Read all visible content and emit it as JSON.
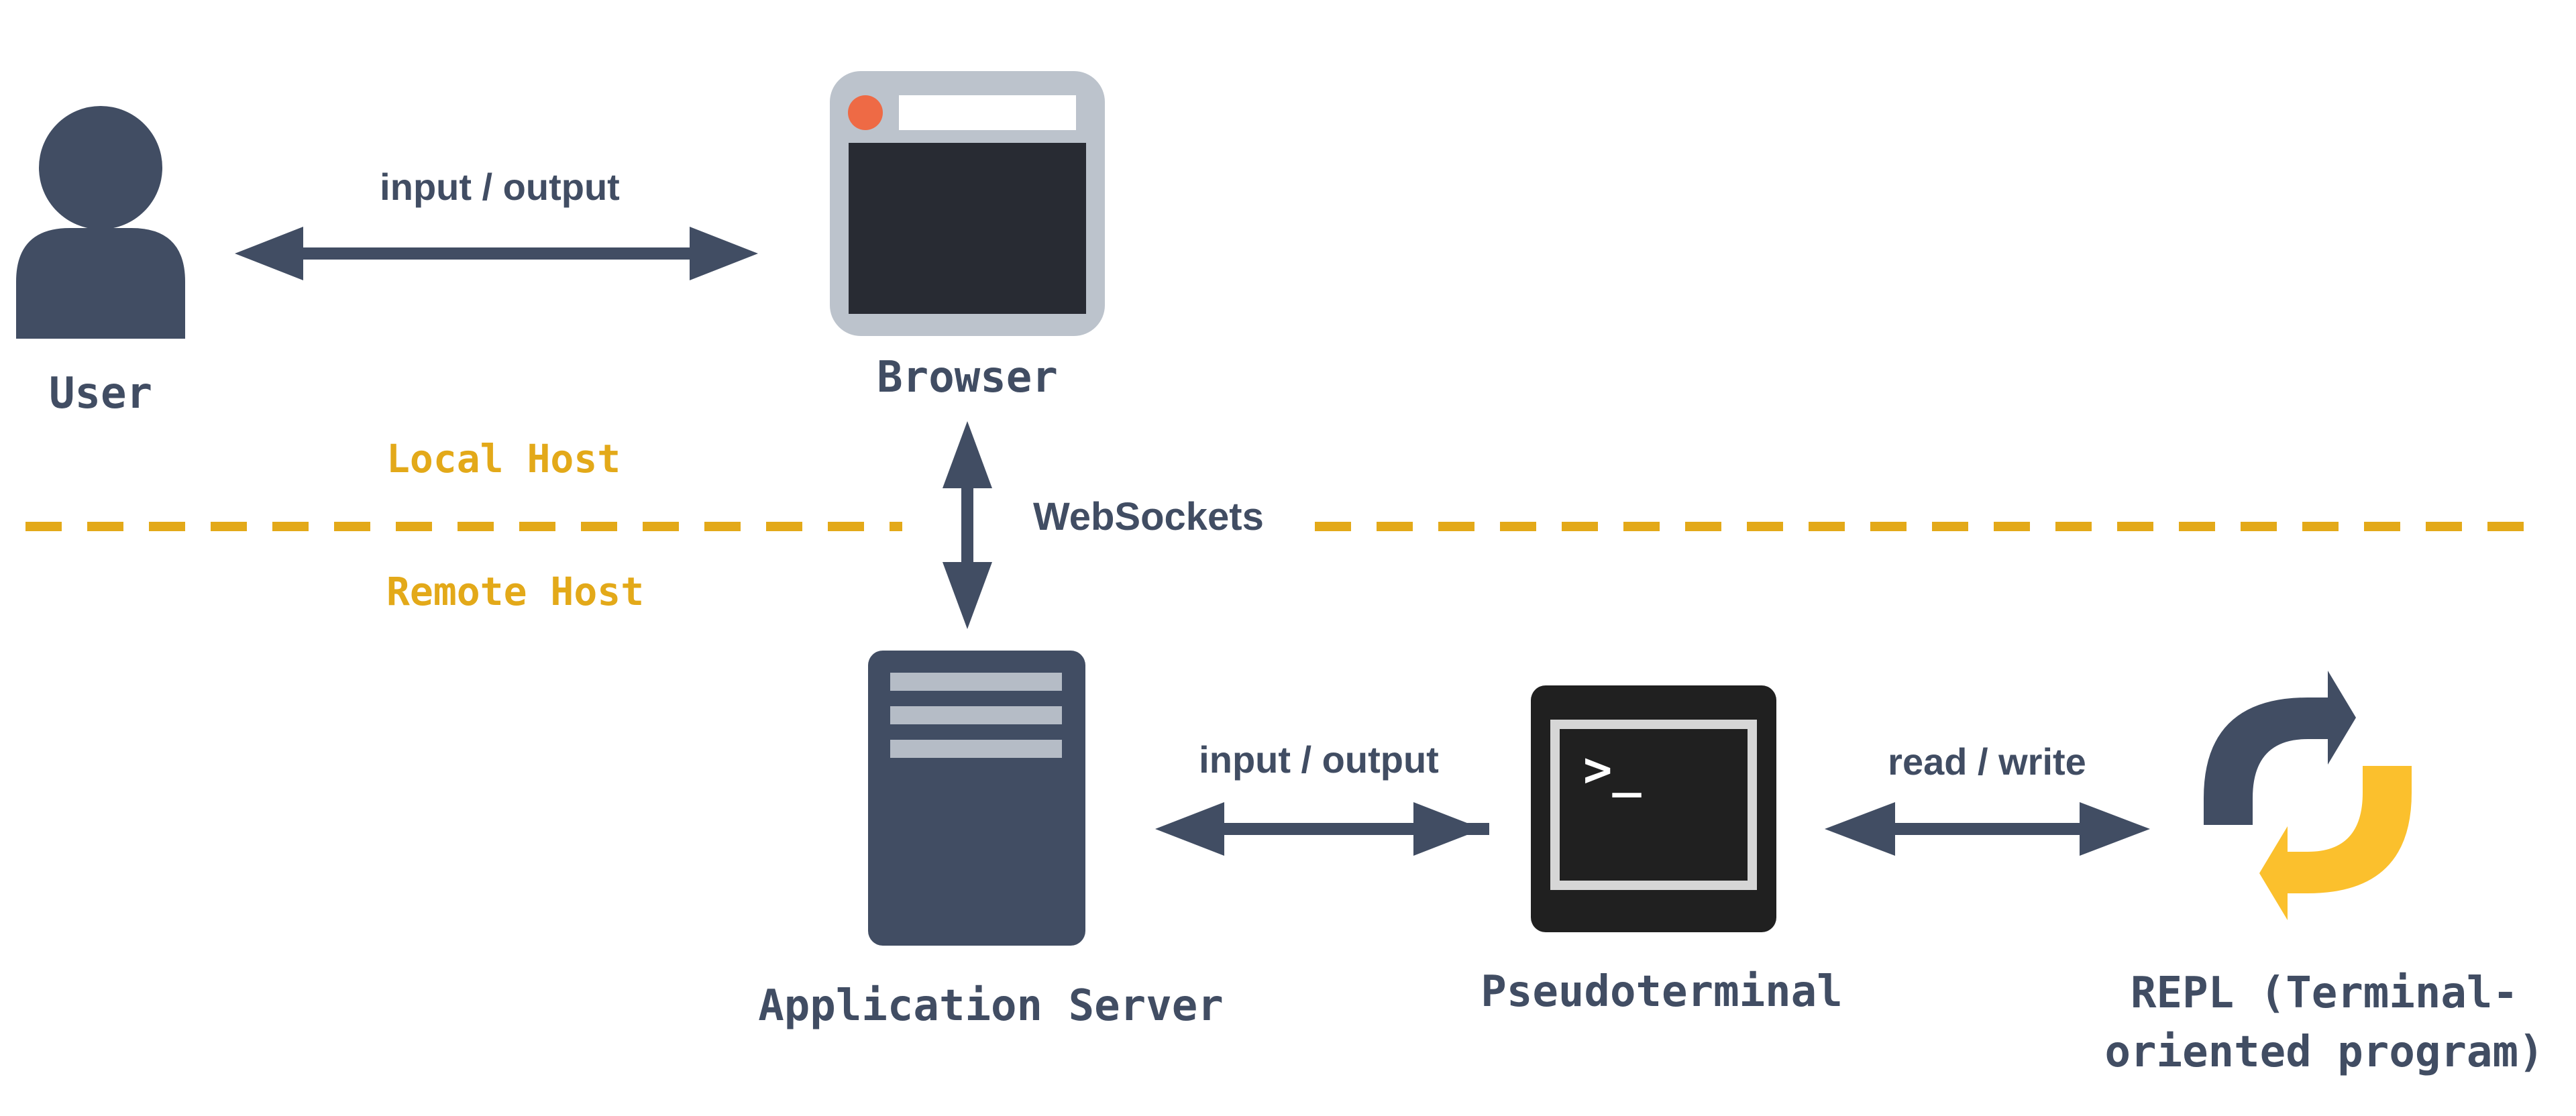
{
  "labels": {
    "user": "User",
    "browser": "Browser",
    "local_host": "Local Host",
    "remote_host": "Remote Host",
    "websockets": "WebSockets",
    "app_server": "Application Server",
    "pseudoterminal": "Pseudoterminal",
    "repl_line1": "REPL (Terminal-",
    "repl_line2": "oriented program)"
  },
  "edges": {
    "user_browser": "input / output",
    "server_pty": "input / output",
    "pty_repl": "read / write"
  },
  "terminal_prompt": ">_",
  "colors": {
    "slate": "#414d63",
    "gold": "#e3a919",
    "orange_dot": "#ee6a45",
    "browser_frame": "#bcc3cc",
    "browser_screen": "#282b33",
    "terminal_bg": "#202020",
    "refresh_yellow": "#fbc02d",
    "server_lines": "#b5bcc6"
  },
  "icons": [
    "user-icon",
    "browser-icon",
    "server-icon",
    "terminal-icon",
    "refresh-icon"
  ]
}
